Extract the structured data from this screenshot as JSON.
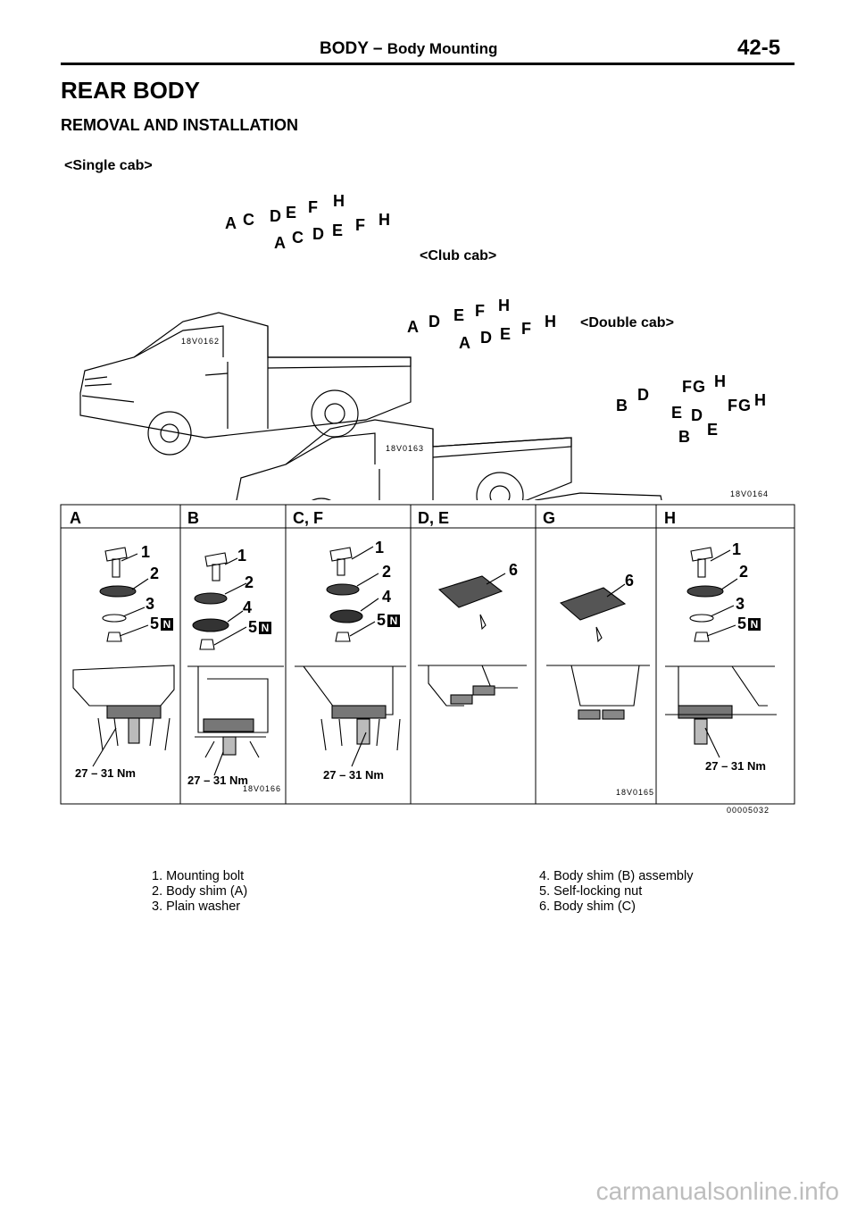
{
  "header": {
    "section": "BODY",
    "dash": "–",
    "subsection": "Body Mounting",
    "page": "42-5"
  },
  "title": "REAR BODY",
  "subtitle": "REMOVAL AND INSTALLATION",
  "cabs": {
    "single": {
      "label": "<Single cab>",
      "code": "18V0162",
      "letters": [
        "A",
        "C",
        "D",
        "E",
        "F",
        "H",
        "A",
        "C",
        "D",
        "E",
        "F",
        "H"
      ]
    },
    "club": {
      "label": "<Club cab>",
      "code": "18V0163",
      "letters": [
        "A",
        "D",
        "E",
        "F",
        "H",
        "A",
        "D",
        "E",
        "F",
        "H"
      ]
    },
    "double": {
      "label": "<Double cab>",
      "code": "18V0164",
      "letters": [
        "B",
        "D",
        "F",
        "G",
        "H",
        "E",
        "D",
        "F",
        "G",
        "H",
        "B",
        "E"
      ]
    }
  },
  "table": {
    "columns": [
      "A",
      "B",
      "C, F",
      "D, E",
      "G",
      "H"
    ],
    "codes": [
      "18V0166",
      "18V0165",
      "00005032"
    ],
    "torque": "27 – 31 Nm",
    "nut_mark": "N",
    "cells": [
      {
        "nums": [
          "1",
          "2",
          "3",
          "5"
        ]
      },
      {
        "nums": [
          "1",
          "2",
          "4",
          "5"
        ]
      },
      {
        "nums": [
          "1",
          "2",
          "4",
          "5"
        ]
      },
      {
        "nums": [
          "6"
        ]
      },
      {
        "nums": [
          "6"
        ]
      },
      {
        "nums": [
          "1",
          "2",
          "3",
          "5"
        ]
      }
    ]
  },
  "legend": {
    "left": [
      "1. Mounting bolt",
      "2. Body shim (A)",
      "3. Plain washer"
    ],
    "right": [
      "4. Body shim (B) assembly",
      "5. Self-locking nut",
      "6. Body shim (C)"
    ]
  },
  "watermark": "carmanualsonline.info"
}
